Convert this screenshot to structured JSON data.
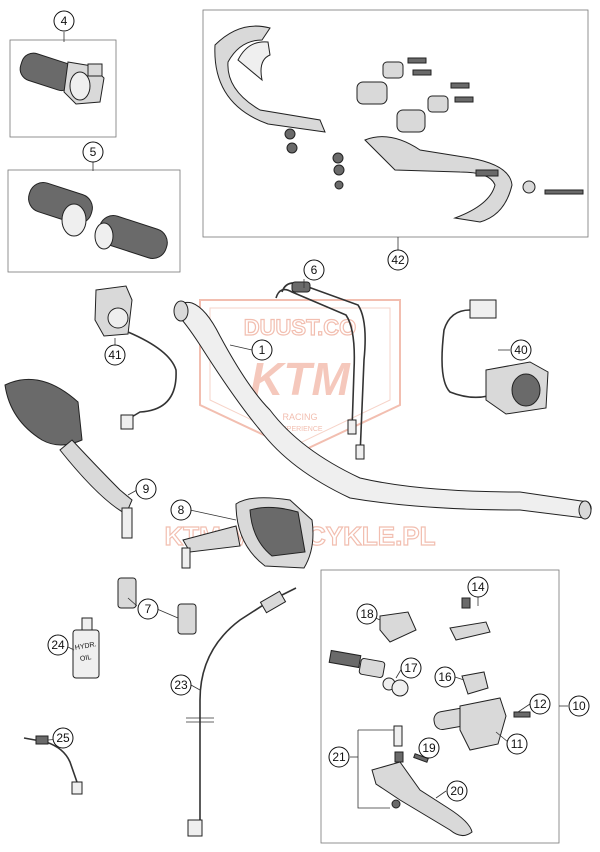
{
  "callouts": [
    {
      "id": "4",
      "label": "4"
    },
    {
      "id": "5",
      "label": "5"
    },
    {
      "id": "42",
      "label": "42"
    },
    {
      "id": "6",
      "label": "6"
    },
    {
      "id": "41",
      "label": "41"
    },
    {
      "id": "1",
      "label": "1"
    },
    {
      "id": "40",
      "label": "40"
    },
    {
      "id": "9",
      "label": "9"
    },
    {
      "id": "8",
      "label": "8"
    },
    {
      "id": "7",
      "label": "7"
    },
    {
      "id": "24",
      "label": "24"
    },
    {
      "id": "23",
      "label": "23"
    },
    {
      "id": "25",
      "label": "25"
    },
    {
      "id": "14",
      "label": "14"
    },
    {
      "id": "18",
      "label": "18"
    },
    {
      "id": "17",
      "label": "17"
    },
    {
      "id": "16",
      "label": "16"
    },
    {
      "id": "12",
      "label": "12"
    },
    {
      "id": "10",
      "label": "10"
    },
    {
      "id": "11",
      "label": "11"
    },
    {
      "id": "21",
      "label": "21"
    },
    {
      "id": "19",
      "label": "19"
    },
    {
      "id": "20",
      "label": "20"
    }
  ],
  "watermark": {
    "site": "DUUST.CO",
    "brand": "KTM",
    "tagline_1": "RACING",
    "tagline_2": "EXPERIENCE",
    "footer": "KTM-MOTOCYKLE.PL"
  },
  "bottle_label": {
    "line1": "HYDR.",
    "line2": "OIL"
  },
  "colors": {
    "watermark": "#f1b8a8",
    "outline": "#222222"
  }
}
